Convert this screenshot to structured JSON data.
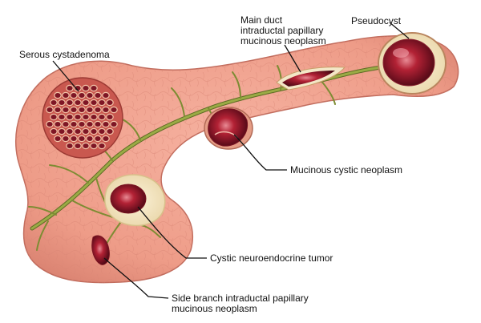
{
  "colors": {
    "tissue": "#ef9f8c",
    "tissue_dark": "#c86a5e",
    "tissue_edge": "#c26d5e",
    "duct": "#8a9a3a",
    "duct_dark": "#5e6b24",
    "cyst_dark": "#5a0e1a",
    "cyst_mid": "#a01d2c",
    "cyst_light": "#e27a86",
    "capsule": "#f3e7c7",
    "leader": "#111111"
  },
  "labels": {
    "pseudocyst": "Pseudocyst",
    "main_duct_ipmn": [
      "Main duct",
      "intraductal papillary",
      "mucinous neoplasm"
    ],
    "serous_cystadenoma": "Serous cystadenoma",
    "mucinous_cystic_neoplasm": "Mucinous cystic neoplasm",
    "cystic_neuroendocrine_tumor": "Cystic neuroendocrine tumor",
    "side_branch_ipmn": [
      "Side branch intraductal papillary",
      "mucinous neoplasm"
    ]
  }
}
